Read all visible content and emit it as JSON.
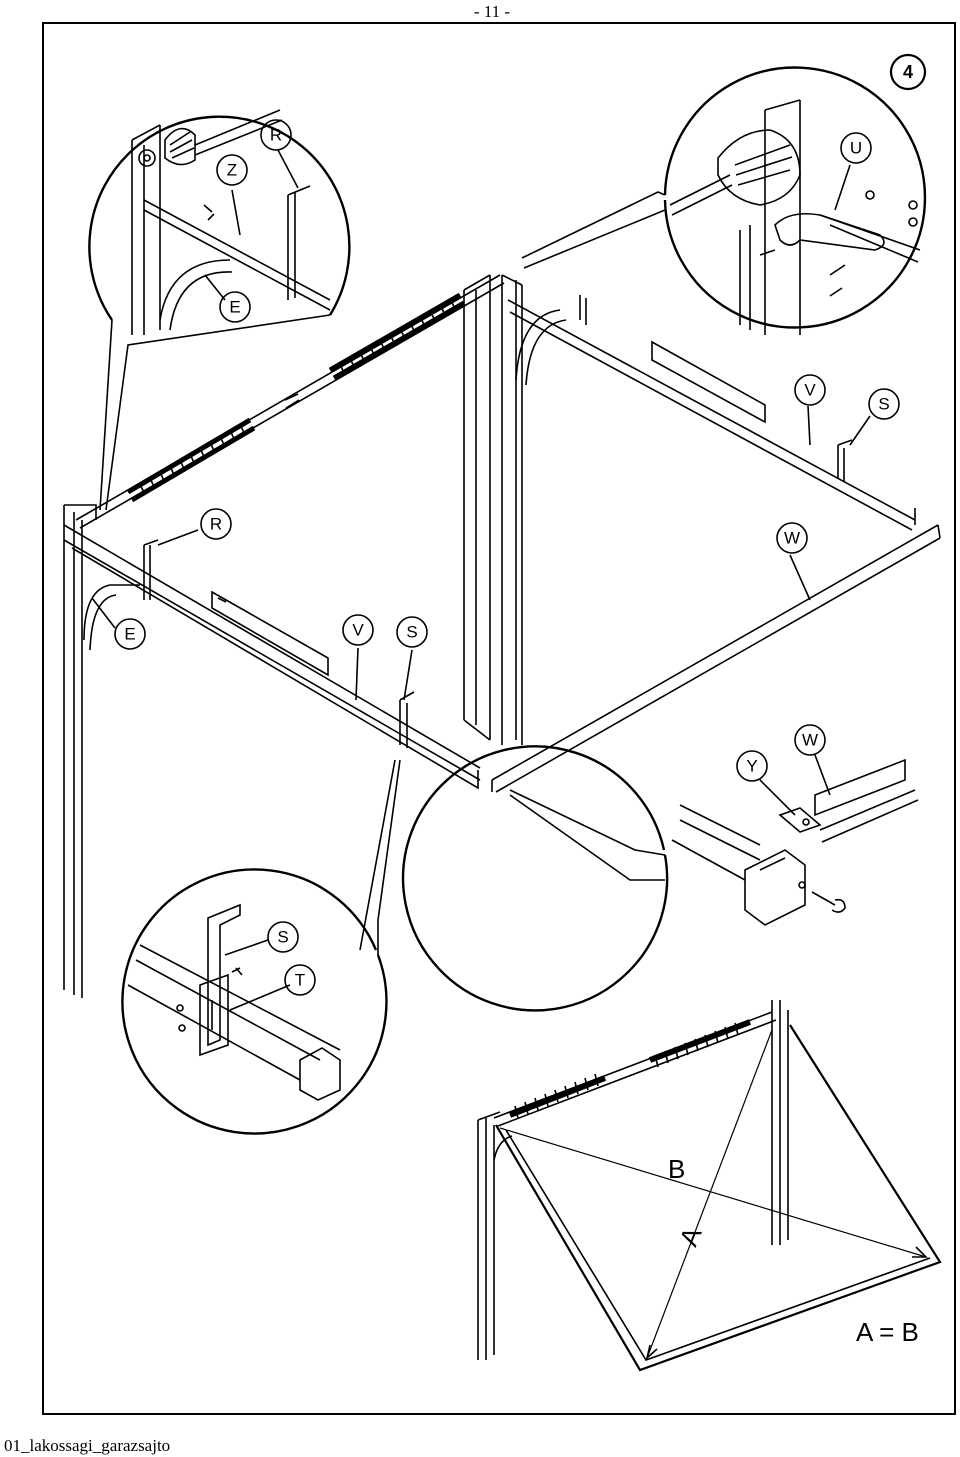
{
  "page_number": "- 11 -",
  "step_number": "4",
  "footer": "01_lakossagi_garazsajto",
  "labels": {
    "R": "R",
    "Z": "Z",
    "E": "E",
    "U": "U",
    "V": "V",
    "S": "S",
    "W": "W",
    "Y": "Y",
    "T": "T",
    "A": "A",
    "B": "B"
  },
  "equation": "A = B"
}
